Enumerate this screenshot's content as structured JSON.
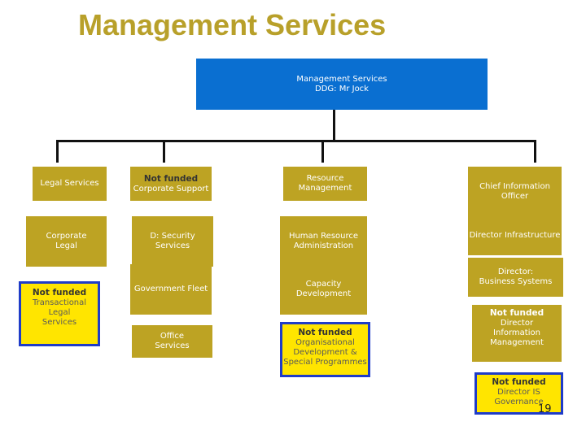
{
  "title": "Management Services",
  "top": {
    "line1": "Management Services",
    "line2": "DDG: Mr Jock"
  },
  "col1": {
    "legal": "Legal Services",
    "corporate_legal": "Corporate\nLegal",
    "transactional": {
      "not_funded": "Not funded",
      "label": "Transactional Legal\nServices"
    }
  },
  "col2": {
    "corporate_support": {
      "not_funded": "Not funded",
      "label": "Corporate Support"
    },
    "security": "D: Security\nServices",
    "fleet": "Government Fleet",
    "office": "Office\nServices"
  },
  "col3": {
    "resource": "Resource\nManagement",
    "hr": "Human Resource\nAdministration",
    "capacity": "Capacity\nDevelopment",
    "org_dev": {
      "not_funded": "Not funded",
      "label": "Organisational\nDevelopment &\nSpecial Programmes"
    }
  },
  "col4": {
    "cio": "Chief Information\nOfficer",
    "infra": "Director Infrastructure",
    "business": "Director:\nBusiness Systems",
    "info_mgmt": {
      "not_funded": "Not funded",
      "label": "Director\nInformation\nManagement"
    },
    "is_gov": {
      "not_funded": "Not funded",
      "label": "Director IS\nGovernance"
    }
  },
  "page_number": "19"
}
